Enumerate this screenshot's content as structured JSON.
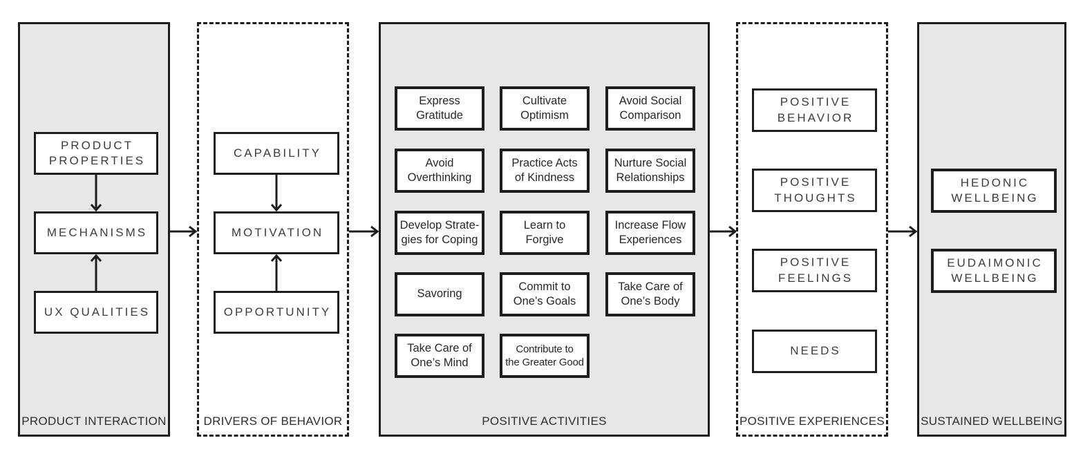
{
  "title": "Product interaction to sustained wellbeing framework",
  "colors": {
    "border_color": "#1d1d1b",
    "panel_fill": "#e7e7e5",
    "box_fill": "#ffffff",
    "caps_text": "#3c3c3c",
    "body_text": "#272727",
    "label_text": "#2e2e2e",
    "page_bg": "#ffffff"
  },
  "panels": {
    "product_interaction": {
      "label": "PRODUCT INTERACTION",
      "boxes": [
        {
          "label": "PRODUCT\nPROPERTIES"
        },
        {
          "label": "MECHANISMS"
        },
        {
          "label": "UX QUALITIES"
        }
      ]
    },
    "drivers_of_behavior": {
      "label": "DRIVERS OF BEHAVIOR",
      "boxes": [
        {
          "label": "CAPABILITY"
        },
        {
          "label": "MOTIVATION"
        },
        {
          "label": "OPPORTUNITY"
        }
      ]
    },
    "positive_activities": {
      "label": "POSITIVE ACTIVITIES",
      "boxes": [
        {
          "label": "Express\nGratitude"
        },
        {
          "label": "Cultivate\nOptimism"
        },
        {
          "label": "Avoid Social\nComparison"
        },
        {
          "label": "Avoid\nOverthinking"
        },
        {
          "label": "Practice Acts\nof Kindness"
        },
        {
          "label": "Nurture Social\nRelationships"
        },
        {
          "label": "Develop Strate-\ngies for Coping"
        },
        {
          "label": "Learn to\nForgive"
        },
        {
          "label": "Increase Flow\nExperiences"
        },
        {
          "label": "Savoring"
        },
        {
          "label": "Commit to\nOne’s Goals"
        },
        {
          "label": "Take Care of\nOne’s Body"
        },
        {
          "label": "Take Care of\nOne’s Mind"
        },
        {
          "label": "Contribute to\nthe Greater Good"
        }
      ]
    },
    "positive_experiences": {
      "label": "POSITIVE EXPERIENCES",
      "boxes": [
        {
          "label": "POSITIVE\nBEHAVIOR"
        },
        {
          "label": "POSITIVE\nTHOUGHTS"
        },
        {
          "label": "POSITIVE\nFEELINGS"
        },
        {
          "label": "NEEDS"
        }
      ]
    },
    "sustained_wellbeing": {
      "label": "SUSTAINED WELLBEING",
      "boxes": [
        {
          "label": "HEDONIC\nWELLBEING"
        },
        {
          "label": "EUDAIMONIC\nWELLBEING"
        }
      ]
    }
  }
}
